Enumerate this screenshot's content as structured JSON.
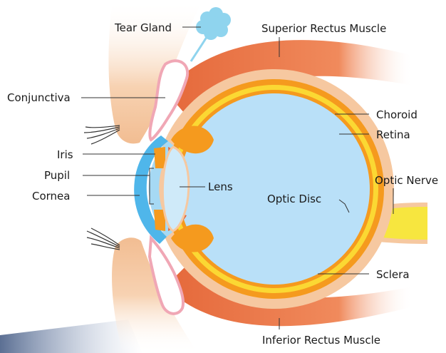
{
  "labels": {
    "tear_gland": "Tear Gland",
    "superior_rectus": "Superior Rectus Muscle",
    "conjunctiva": "Conjunctiva",
    "choroid": "Choroid",
    "retina": "Retina",
    "iris": "Iris",
    "pupil": "Pupil",
    "cornea": "Cornea",
    "lens": "Lens",
    "optic_disc": "Optic Disc",
    "optic_nerve": "Optic Nerve",
    "sclera": "Sclera",
    "inferior_rectus": "Inferior Rectus Muscle"
  },
  "colors": {
    "muscle": "#ee8456",
    "muscle_dark": "#e5683a",
    "sclera": "#f6c8a0",
    "choroid": "#f59a1e",
    "retina": "#fbd833",
    "vitreous": "#b9e0f8",
    "lens": "#cfeaf9",
    "cornea": "#4fb6ea",
    "tear_gland": "#8fd4ee",
    "optic_nerve": "#f7e63f",
    "eyelid": "#f5c9a3",
    "conjunctiva_pink": "#f0a7b5"
  }
}
